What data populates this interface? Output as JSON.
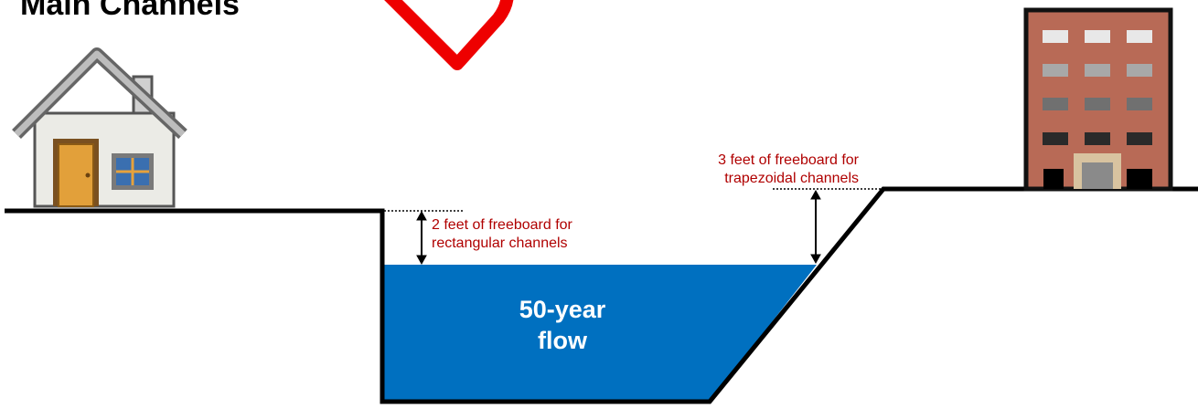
{
  "title": "Main Channels",
  "notes": {
    "rect_line1": "2 feet of freeboard for",
    "rect_line2": "rectangular channels",
    "trap_line1": "3 feet of freeboard for",
    "trap_line2": "trapezoidal channels"
  },
  "water": {
    "line1": "50-year",
    "line2": "flow"
  },
  "colors": {
    "water": "#0070c0",
    "annotation": "#b00000",
    "ground": "#000000",
    "logo_stroke": "#ee0000"
  },
  "icons": [
    "house-icon",
    "building-icon",
    "red-shape-icon"
  ]
}
